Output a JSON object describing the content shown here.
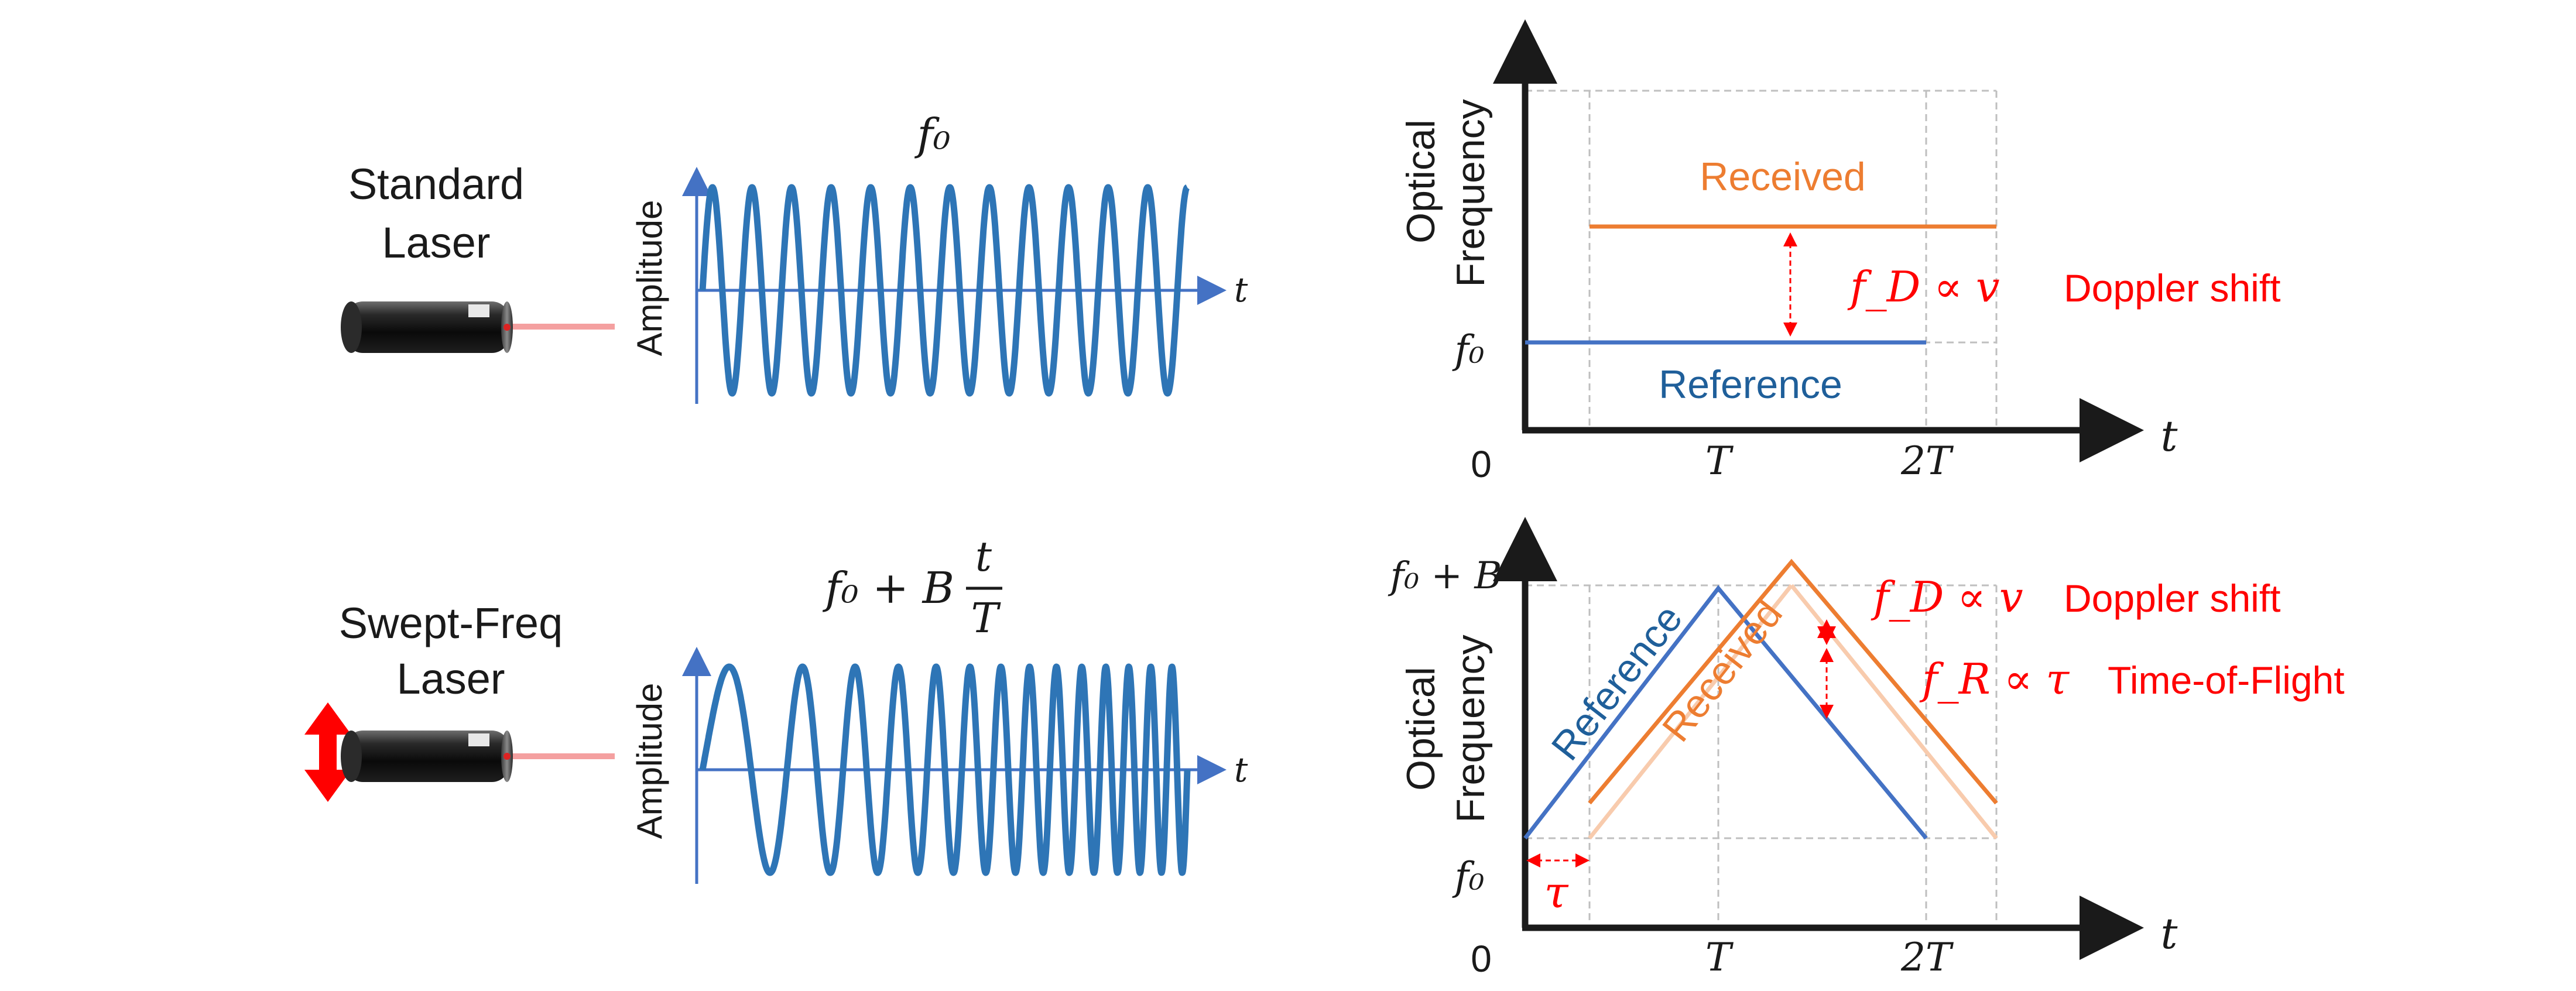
{
  "top": {
    "laser_label_line1": "Standard",
    "laser_label_line2": "Laser",
    "wave_axis_label": "Amplitude",
    "wave_t_label": "t",
    "wave_title": "f₀",
    "chart": {
      "ylabel_line1": "Optical",
      "ylabel_line2": "Frequency",
      "origin": "0",
      "y_tick": "f₀",
      "x_ticks": [
        "T",
        "2T"
      ],
      "t_label": "t",
      "received_label": "Received",
      "reference_label": "Reference",
      "doppler_formula": "f_D ∝ v",
      "doppler_text": "Doppler shift"
    }
  },
  "bottom": {
    "laser_label_line1": "Swept-Freq",
    "laser_label_line2": "Laser",
    "wave_axis_label": "Amplitude",
    "wave_t_label": "t",
    "wave_title_a": "f₀ + B",
    "wave_title_num": "t",
    "wave_title_den": "T",
    "chart": {
      "ylabel_line1": "Optical",
      "ylabel_line2": "Frequency",
      "origin": "0",
      "y_tick_top": "f₀ + B",
      "y_tick_bottom": "f₀",
      "x_ticks": [
        "T",
        "2T"
      ],
      "t_label": "t",
      "reference_label": "Reference",
      "received_label": "Received",
      "doppler_formula": "f_D ∝ v",
      "doppler_text": "Doppler shift",
      "tof_formula": "f_R ∝ τ",
      "tof_text": "Time-of-Flight",
      "tau": "τ"
    }
  },
  "colors": {
    "reference": "#4472C4",
    "received": "#ED7D31",
    "received_light": "#F8CBAD",
    "wave": "#2E75B6",
    "axis_blue": "#4472C4",
    "annotation_red": "#FF0000",
    "axis_black": "#1a1a1a",
    "grid": "#BFBFBF",
    "beam": "#F4A0A0"
  }
}
